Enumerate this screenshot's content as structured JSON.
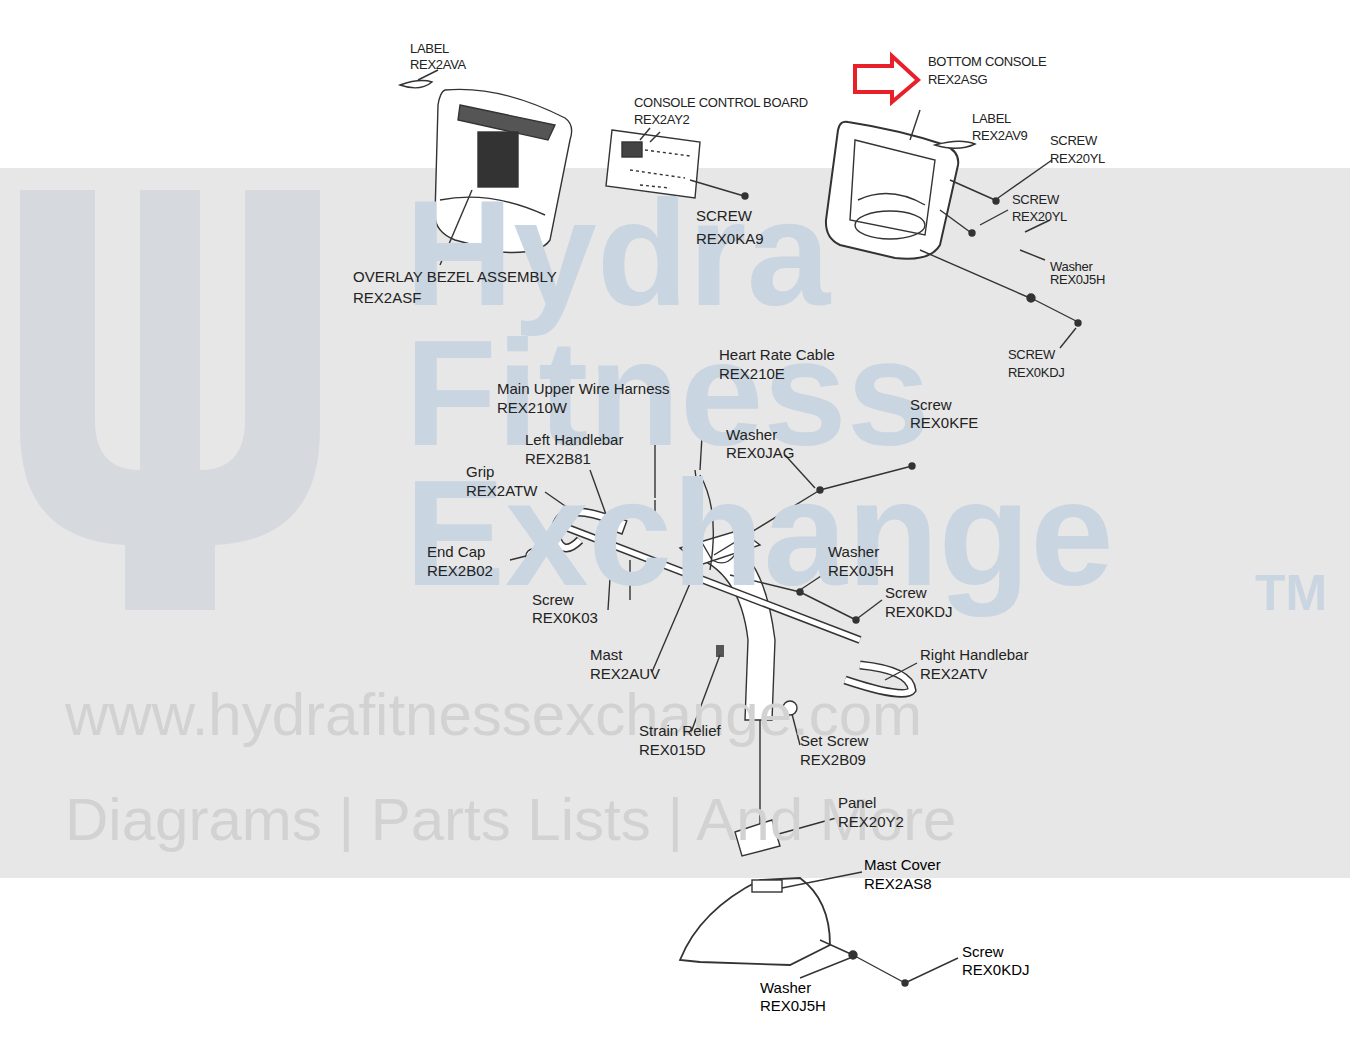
{
  "diagram": {
    "labels": [
      "LABEL",
      "REX2AVA",
      "CONSOLE CONTROL BOARD",
      "REX2AY2",
      "BOTTOM CONSOLE",
      "REX2ASG",
      "LABEL",
      "REX2AV9",
      "SCREW",
      "REX20YL",
      "SCREW",
      "REX20YL",
      "SCREW",
      "REX0KA9",
      "Washer",
      "REX0J5H",
      "OVERLAY BEZEL ASSEMBLY",
      "REX2ASF",
      "SCREW",
      "REX0KDJ",
      "Hydra",
      "Fitness",
      "Exchange",
      "TM",
      "Heart Rate Cable",
      "REX210E",
      "Main Upper Wire Harness",
      "REX210W",
      "Screw",
      "REX0KFE",
      "Washer",
      "REX0JAG",
      "Left Handlebar",
      "REX2B81",
      "Grip",
      "REX2ATW",
      "End Cap",
      "REX2B02",
      "Washer",
      "REX0J5H",
      "Screw",
      "REX0KDJ",
      "Screw",
      "REX0K03",
      "Mast",
      "REX2AUV",
      "Right Handlebar",
      "REX2ATV",
      "www.hydrafitnessexchange.com",
      "Strain Relief",
      "REX015D",
      "Set Screw",
      "REX2B09",
      "Diagrams | Parts Lists | And More",
      "Panel",
      "REX20Y2",
      "Mast Cover",
      "REX2AS8",
      "Screw",
      "REX0KDJ",
      "Washer",
      "REX0J5H"
    ]
  }
}
